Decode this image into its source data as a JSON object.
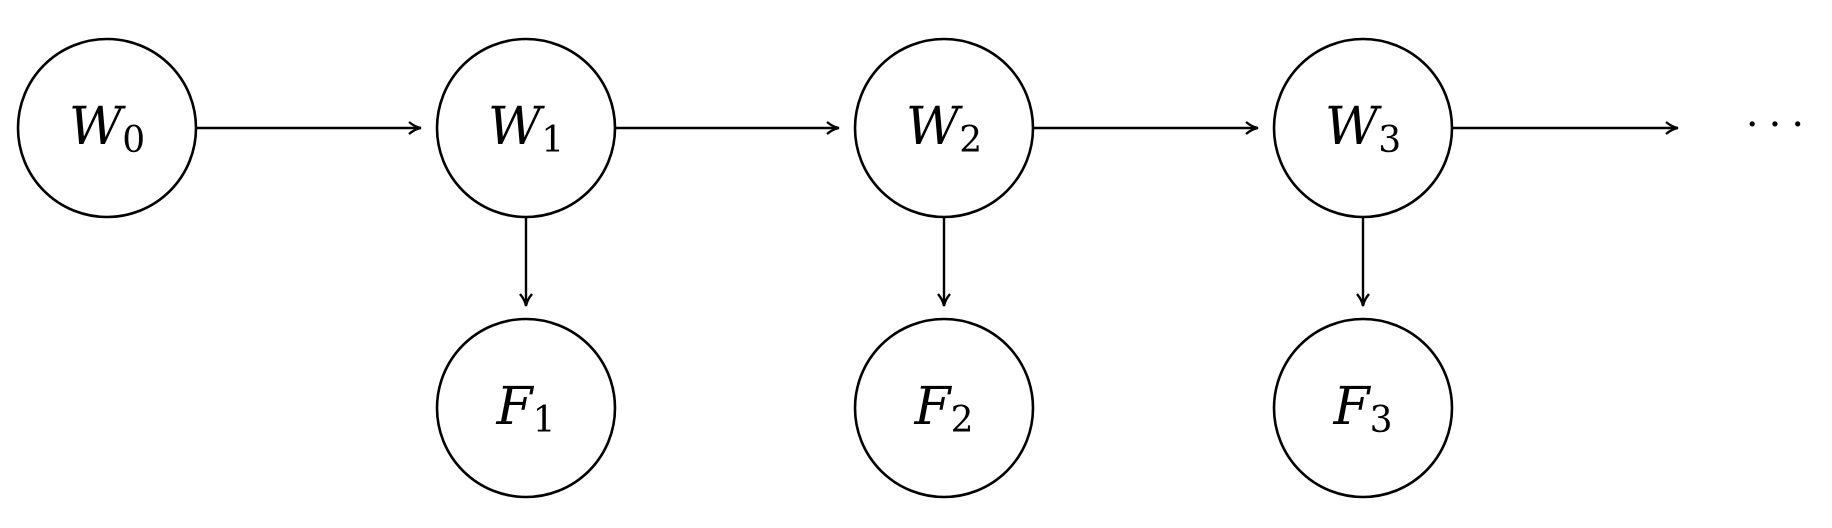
{
  "nodes": {
    "w0": {
      "letter": "W",
      "sub": "0"
    },
    "w1": {
      "letter": "W",
      "sub": "1"
    },
    "w2": {
      "letter": "W",
      "sub": "2"
    },
    "w3": {
      "letter": "W",
      "sub": "3"
    },
    "f1": {
      "letter": "F",
      "sub": "1"
    },
    "f2": {
      "letter": "F",
      "sub": "2"
    },
    "f3": {
      "letter": "F",
      "sub": "3"
    }
  },
  "continuation": "···",
  "edges": [
    {
      "from": "W0",
      "to": "W1"
    },
    {
      "from": "W1",
      "to": "W2"
    },
    {
      "from": "W2",
      "to": "W3"
    },
    {
      "from": "W3",
      "to": "···"
    },
    {
      "from": "W1",
      "to": "F1"
    },
    {
      "from": "W2",
      "to": "F2"
    },
    {
      "from": "W3",
      "to": "F3"
    }
  ],
  "colors": {
    "stroke": "#000000",
    "background": "#ffffff"
  }
}
